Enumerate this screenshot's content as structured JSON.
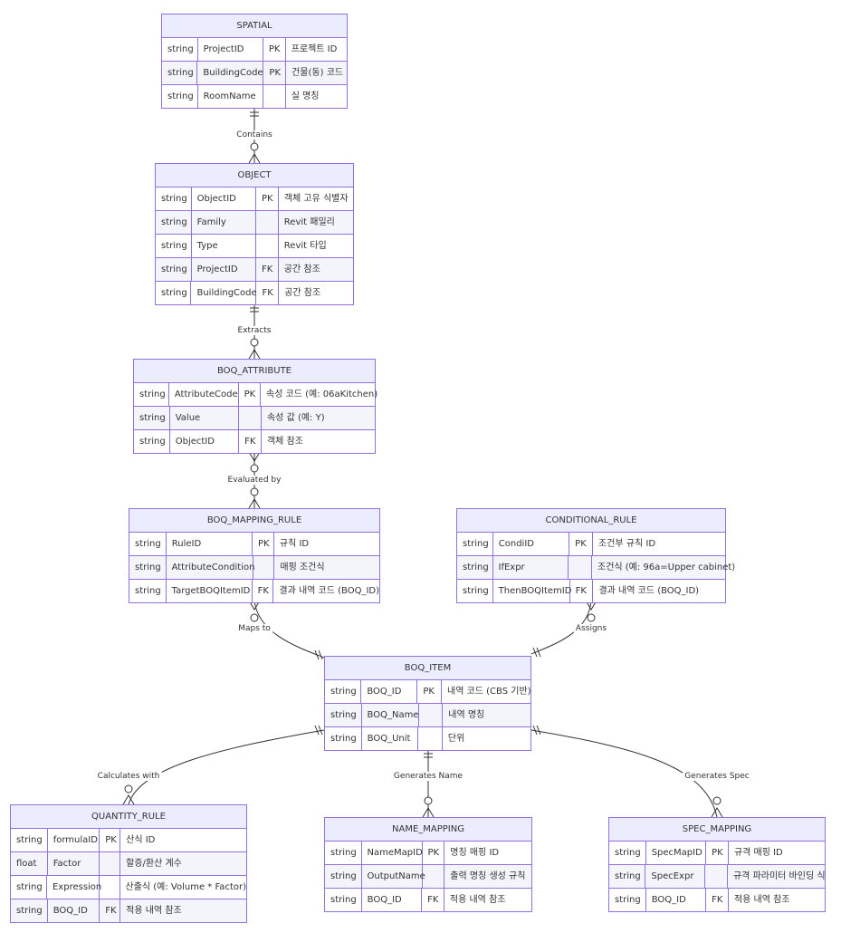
{
  "colors": {
    "border": "#9370DB",
    "header_bg": "#ECECFF",
    "alt_row_bg": "#F4F4FB",
    "line": "#333333"
  },
  "entities": {
    "spatial": {
      "name": "SPATIAL",
      "rows": [
        [
          "string",
          "ProjectID",
          "PK",
          "프로젝트 ID"
        ],
        [
          "string",
          "BuildingCode",
          "PK",
          "건물(동) 코드"
        ],
        [
          "string",
          "RoomName",
          "",
          "실 명칭"
        ]
      ]
    },
    "object": {
      "name": "OBJECT",
      "rows": [
        [
          "string",
          "ObjectID",
          "PK",
          "객체 고유 식별자"
        ],
        [
          "string",
          "Family",
          "",
          "Revit 패밀리"
        ],
        [
          "string",
          "Type",
          "",
          "Revit 타입"
        ],
        [
          "string",
          "ProjectID",
          "FK",
          "공간 참조"
        ],
        [
          "string",
          "BuildingCode",
          "FK",
          "공간 참조"
        ]
      ]
    },
    "boq_attribute": {
      "name": "BOQ_ATTRIBUTE",
      "rows": [
        [
          "string",
          "AttributeCode",
          "PK",
          "속성 코드 (예: 06aKitchen)"
        ],
        [
          "string",
          "Value",
          "",
          "속성 값 (예: Y)"
        ],
        [
          "string",
          "ObjectID",
          "FK",
          "객체 참조"
        ]
      ]
    },
    "boq_mapping_rule": {
      "name": "BOQ_MAPPING_RULE",
      "rows": [
        [
          "string",
          "RuleID",
          "PK",
          "규칙 ID"
        ],
        [
          "string",
          "AttributeCondition",
          "",
          "매핑 조건식"
        ],
        [
          "string",
          "TargetBOQItemID",
          "FK",
          "결과 내역 코드 (BOQ_ID)"
        ]
      ]
    },
    "conditional_rule": {
      "name": "CONDITIONAL_RULE",
      "rows": [
        [
          "string",
          "CondiID",
          "PK",
          "조건부 규칙 ID"
        ],
        [
          "string",
          "IfExpr",
          "",
          "조건식 (예: 96a=Upper cabinet)"
        ],
        [
          "string",
          "ThenBOQItemID",
          "FK",
          "결과 내역 코드 (BOQ_ID)"
        ]
      ]
    },
    "boq_item": {
      "name": "BOQ_ITEM",
      "rows": [
        [
          "string",
          "BOQ_ID",
          "PK",
          "내역 코드 (CBS 기반)"
        ],
        [
          "string",
          "BOQ_Name",
          "",
          "내역 명칭"
        ],
        [
          "string",
          "BOQ_Unit",
          "",
          "단위"
        ]
      ]
    },
    "quantity_rule": {
      "name": "QUANTITY_RULE",
      "rows": [
        [
          "string",
          "formulaID",
          "PK",
          "산식 ID"
        ],
        [
          "float",
          "Factor",
          "",
          "할증/환산 계수"
        ],
        [
          "string",
          "Expression",
          "",
          "산출식 (예: Volume * Factor)"
        ],
        [
          "string",
          "BOQ_ID",
          "FK",
          "적용 내역 참조"
        ]
      ]
    },
    "name_mapping": {
      "name": "NAME_MAPPING",
      "rows": [
        [
          "string",
          "NameMapID",
          "PK",
          "명칭 매핑 ID"
        ],
        [
          "string",
          "OutputName",
          "",
          "출력 명칭 생성 규칙"
        ],
        [
          "string",
          "BOQ_ID",
          "FK",
          "적용 내역 참조"
        ]
      ]
    },
    "spec_mapping": {
      "name": "SPEC_MAPPING",
      "rows": [
        [
          "string",
          "SpecMapID",
          "PK",
          "규격 매핑 ID"
        ],
        [
          "string",
          "SpecExpr",
          "",
          "규격 파라미터 바인딩 식"
        ],
        [
          "string",
          "BOQ_ID",
          "FK",
          "적용 내역 참조"
        ]
      ]
    }
  },
  "relationships": {
    "contains": "Contains",
    "extracts": "Extracts",
    "evaluated_by": "Evaluated by",
    "maps_to": "Maps to",
    "assigns": "Assigns",
    "calculates_with": "Calculates with",
    "generates_name": "Generates Name",
    "generates_spec": "Generates Spec"
  }
}
